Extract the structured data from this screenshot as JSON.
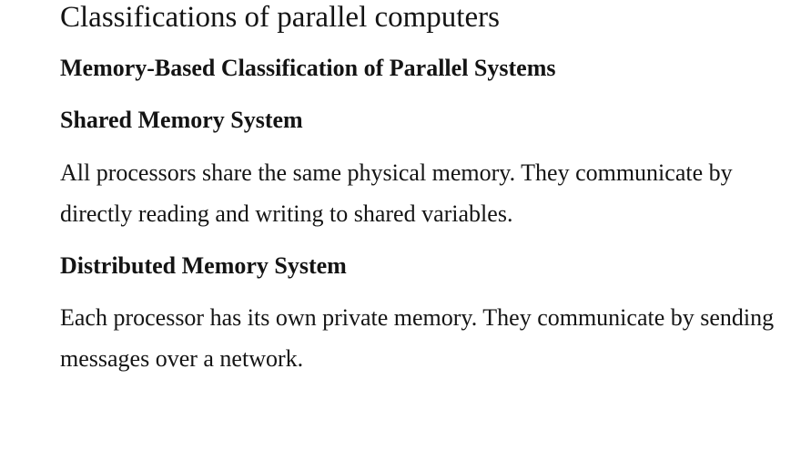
{
  "colors": {
    "background": "#ffffff",
    "text": "#141414"
  },
  "document": {
    "title": "Classifications of parallel computers",
    "section_heading": "Memory-Based Classification of Parallel Systems",
    "subsections": [
      {
        "heading": "Shared Memory System",
        "lines": [
          "All processors share the same physical memory. They communicate by",
          "directly reading and writing to shared variables."
        ]
      },
      {
        "heading": "Distributed Memory System",
        "lines": [
          "Each processor has its own private memory. They communicate by sending",
          "messages over a network."
        ]
      }
    ]
  }
}
